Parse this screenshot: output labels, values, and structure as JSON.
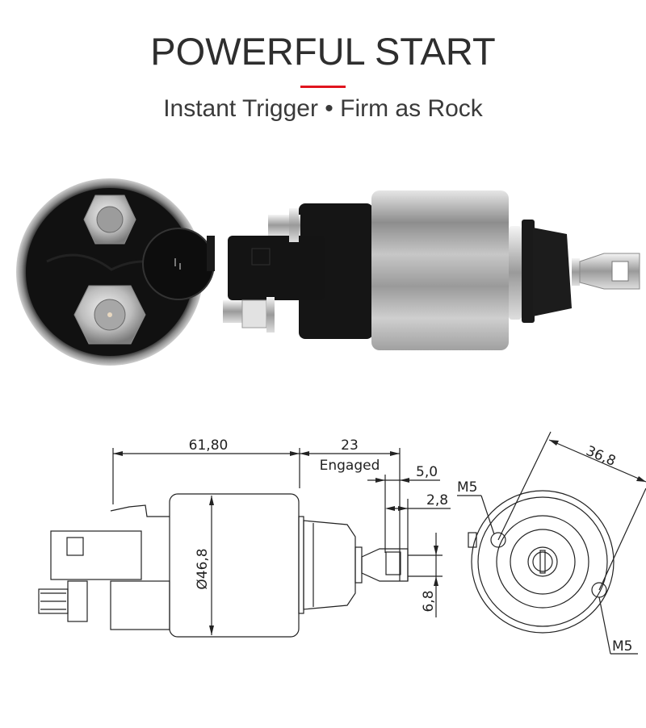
{
  "header": {
    "title": "POWERFUL START",
    "subtitle": "Instant Trigger • Firm as Rock",
    "accent_color": "#e0141e"
  },
  "photos": {
    "end_view": {
      "label": "solenoid-end-view-photo"
    },
    "side_view": {
      "label": "solenoid-side-view-photo"
    }
  },
  "drawing": {
    "dimensions": {
      "body_length": "61,80",
      "stroke": "23",
      "stroke_note": "Engaged",
      "plunger_offset": "5,0",
      "plunger_width": "2,8",
      "body_diameter": "Ø46,8",
      "eye_height": "6,8",
      "mount_spacing": "36,8",
      "thread_top": "M5",
      "thread_bottom": "M5"
    }
  }
}
